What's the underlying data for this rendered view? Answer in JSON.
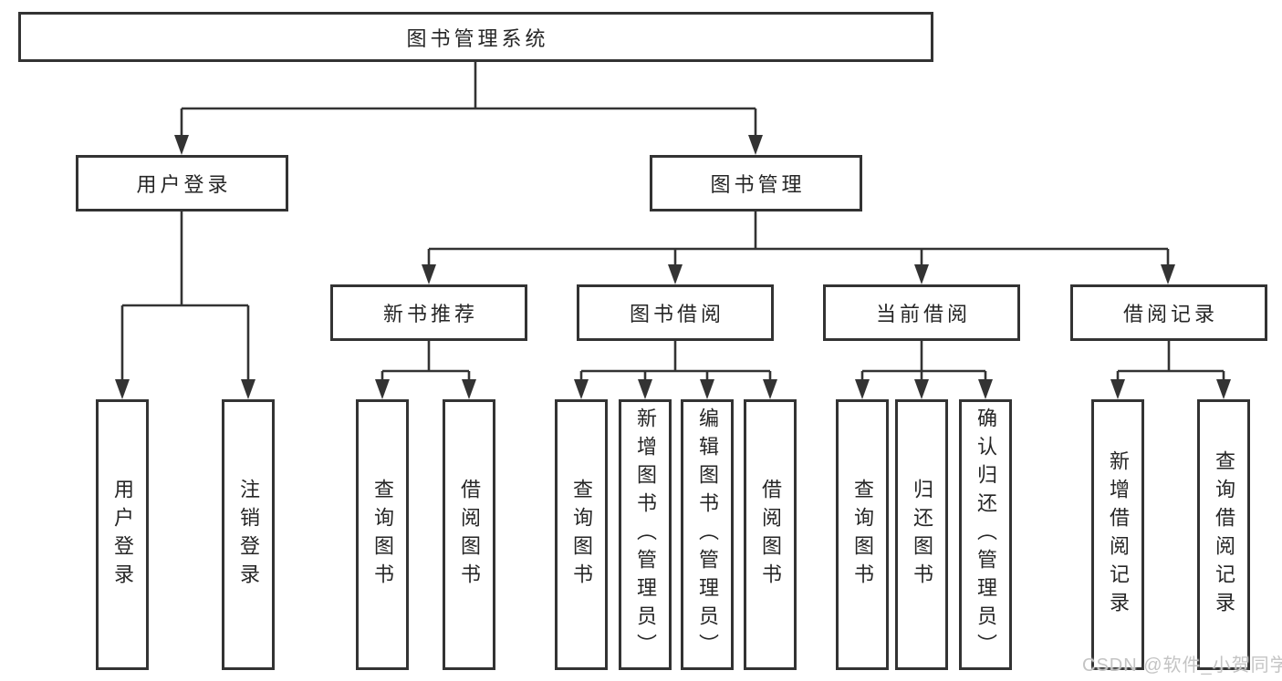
{
  "diagram": {
    "title": "图书管理系统",
    "nodes": {
      "root": {
        "label": "图书管理系统"
      },
      "user_login": {
        "label": "用户登录"
      },
      "book_mgmt": {
        "label": "图书管理"
      },
      "new_book_rec": {
        "label": "新书推荐"
      },
      "book_borrow": {
        "label": "图书借阅"
      },
      "current_borrow": {
        "label": "当前借阅"
      },
      "borrow_records": {
        "label": "借阅记录"
      },
      "leaf_user_login": {
        "label": "用户登录"
      },
      "leaf_logout": {
        "label": "注销登录"
      },
      "leaf_rec_query": {
        "label": "查询图书"
      },
      "leaf_rec_borrow": {
        "label": "借阅图书"
      },
      "leaf_bb_query": {
        "label": "查询图书"
      },
      "leaf_bb_add": {
        "label": "新增图书（管理员）"
      },
      "leaf_bb_edit": {
        "label": "编辑图书（管理员）"
      },
      "leaf_bb_borrow": {
        "label": "借阅图书"
      },
      "leaf_cb_query": {
        "label": "查询图书"
      },
      "leaf_cb_return": {
        "label": "归还图书"
      },
      "leaf_cb_confirm": {
        "label": "确认归还（管理员）"
      },
      "leaf_br_add": {
        "label": "新增借阅记录"
      },
      "leaf_br_query": {
        "label": "查询借阅记录"
      }
    },
    "edges": [
      {
        "from": "图书管理系统",
        "to": [
          "用户登录",
          "图书管理"
        ]
      },
      {
        "from": "用户登录",
        "to": [
          "用户登录",
          "注销登录"
        ]
      },
      {
        "from": "图书管理",
        "to": [
          "新书推荐",
          "图书借阅",
          "当前借阅",
          "借阅记录"
        ]
      },
      {
        "from": "新书推荐",
        "to": [
          "查询图书",
          "借阅图书"
        ]
      },
      {
        "from": "图书借阅",
        "to": [
          "查询图书",
          "新增图书（管理员）",
          "编辑图书（管理员）",
          "借阅图书"
        ]
      },
      {
        "from": "当前借阅",
        "to": [
          "查询图书",
          "归还图书",
          "确认归还（管理员）"
        ]
      },
      {
        "from": "借阅记录",
        "to": [
          "新增借阅记录",
          "查询借阅记录"
        ]
      }
    ],
    "colors": {
      "line": "#333333",
      "box_border": "#333333",
      "text": "#262626",
      "background": "#ffffff"
    }
  },
  "watermark": {
    "text": "CSDN @软件_小贺同学",
    "color": "#c4c4c4"
  }
}
